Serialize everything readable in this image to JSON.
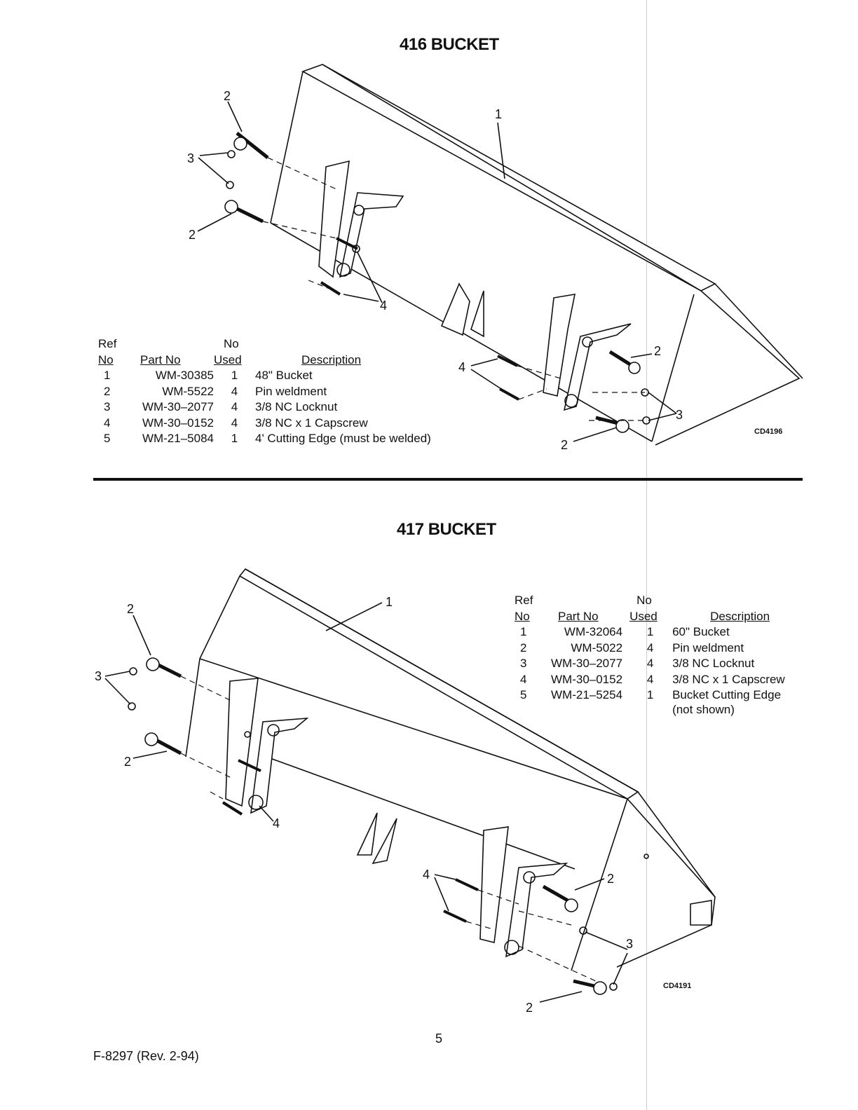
{
  "page": {
    "page_number": "5",
    "form_number": "F-8297 (Rev. 2-94)"
  },
  "section_416": {
    "title": "416 BUCKET",
    "drawing_code": "CD4196",
    "callouts": [
      "1",
      "2",
      "2",
      "2",
      "2",
      "3",
      "3",
      "4",
      "4"
    ],
    "parts_table": {
      "header_ref_top": "Ref",
      "header_ref": "No",
      "header_part": "Part No",
      "header_used_top": "No",
      "header_used": "Used",
      "header_desc": "Description",
      "rows": [
        {
          "ref": "1",
          "part": "WM-30385",
          "used": "1",
          "desc": "48\" Bucket"
        },
        {
          "ref": "2",
          "part": "WM-5522",
          "used": "4",
          "desc": "Pin weldment"
        },
        {
          "ref": "3",
          "part": "WM-30–2077",
          "used": "4",
          "desc": "3/8 NC Locknut"
        },
        {
          "ref": "4",
          "part": "WM-30–0152",
          "used": "4",
          "desc": "3/8 NC x 1 Capscrew"
        },
        {
          "ref": "5",
          "part": "WM-21–5084",
          "used": "1",
          "desc": "4' Cutting Edge (must be welded)"
        }
      ]
    }
  },
  "section_417": {
    "title": "417 BUCKET",
    "drawing_code": "CD4191",
    "callouts": [
      "1",
      "2",
      "2",
      "2",
      "2",
      "3",
      "3",
      "4",
      "4"
    ],
    "parts_table": {
      "header_ref_top": "Ref",
      "header_ref": "No",
      "header_part": "Part No",
      "header_used_top": "No",
      "header_used": "Used",
      "header_desc": "Description",
      "rows": [
        {
          "ref": "1",
          "part": "WM-32064",
          "used": "1",
          "desc": "60\" Bucket"
        },
        {
          "ref": "2",
          "part": "WM-5022",
          "used": "4",
          "desc": "Pin weldment"
        },
        {
          "ref": "3",
          "part": "WM-30–2077",
          "used": "4",
          "desc": "3/8 NC Locknut"
        },
        {
          "ref": "4",
          "part": "WM-30–0152",
          "used": "4",
          "desc": "3/8 NC x 1 Capscrew"
        },
        {
          "ref": "5",
          "part": "WM-21–5254",
          "used": "1",
          "desc": "Bucket Cutting Edge"
        }
      ],
      "note": "(not shown)"
    }
  }
}
